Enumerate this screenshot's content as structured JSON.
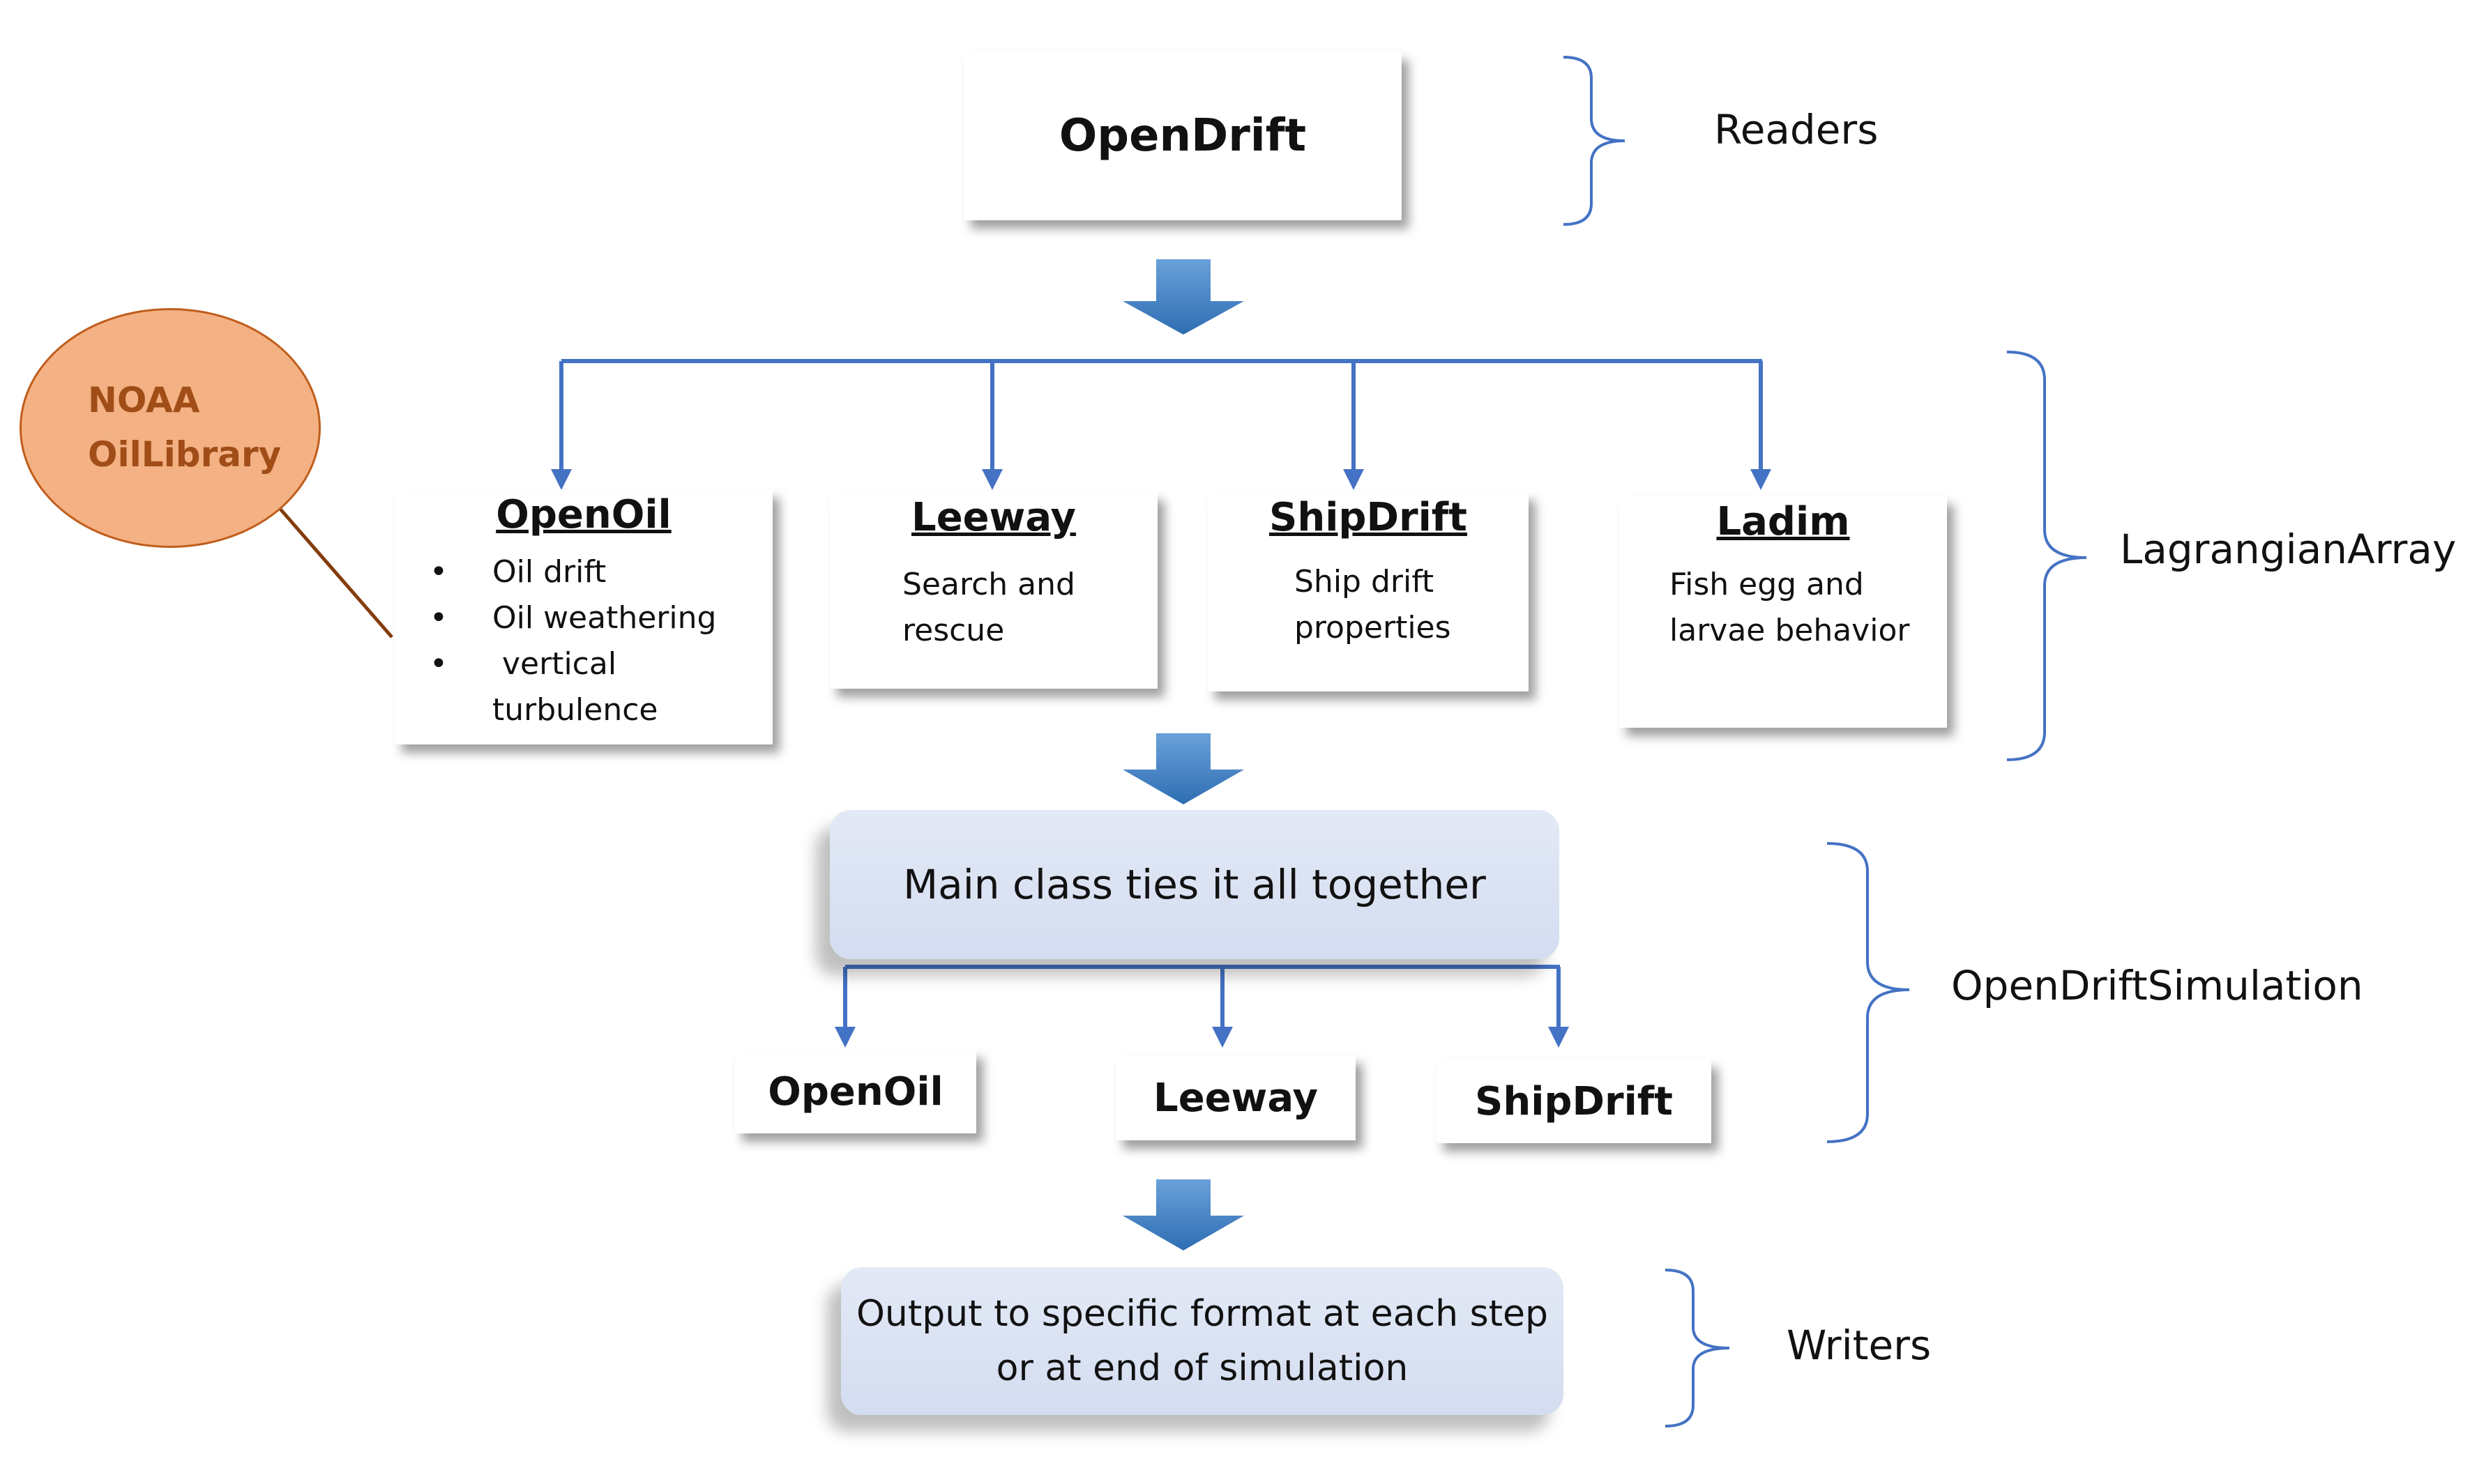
{
  "top": {
    "title": "OpenDrift"
  },
  "modules": [
    {
      "title": "OpenOil",
      "bullets": [
        "Oil drift",
        "Oil weathering",
        " vertical"
      ],
      "continuation": "turbulence"
    },
    {
      "title": "Leeway",
      "lines": [
        "Search and",
        "rescue"
      ]
    },
    {
      "title": "ShipDrift",
      "lines": [
        "Ship drift",
        "properties"
      ]
    },
    {
      "title": "Ladim",
      "lines": [
        "Fish egg and",
        "larvae behavior"
      ]
    }
  ],
  "main_class": {
    "text": "Main class ties it all together"
  },
  "sim_modules": [
    "OpenOil",
    "Leeway",
    "ShipDrift"
  ],
  "output": {
    "line1": "Output to specific format at each step",
    "line2": "or at end of simulation"
  },
  "labels": {
    "readers": "Readers",
    "lagrangian": "LagrangianArray",
    "simulation": "OpenDriftSimulation",
    "writers": "Writers"
  },
  "callout": {
    "line1": "NOAA",
    "line2": "OilLibrary"
  },
  "bullet_symbol": "•",
  "colors": {
    "connector": "#4472c4",
    "arrow": "#4a86c8",
    "callout_fill": "#f4b183",
    "callout_text": "#a04d17",
    "callout_line": "#843c0c"
  }
}
